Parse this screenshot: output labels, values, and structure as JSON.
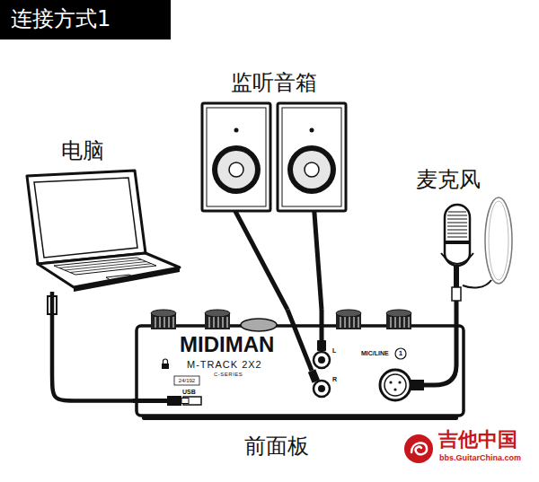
{
  "diagram": {
    "title": "连接方式1",
    "nodes": [
      {
        "text": [
          "监听音箱"
        ]
      },
      {
        "text": [
          "电脑"
        ]
      },
      {
        "text": [
          "麦克风"
        ]
      },
      {
        "text": [
          "前面板",
          "MIDIMAN",
          "M-TRACK 2X2",
          "C-SERIES",
          "24/192",
          "USB",
          "L",
          "R",
          "MIC/LINE",
          "1"
        ]
      }
    ],
    "edges": [
      {
        "from": 1,
        "to": 3,
        "arrow": "none"
      },
      {
        "from": 0,
        "to": 3,
        "arrow": "none"
      },
      {
        "from": 0,
        "to": 3,
        "arrow": "none"
      },
      {
        "from": 2,
        "to": 3,
        "arrow": "none"
      }
    ],
    "labels": [
      "吉他中国",
      "bbs.GuitarChina.com"
    ]
  }
}
